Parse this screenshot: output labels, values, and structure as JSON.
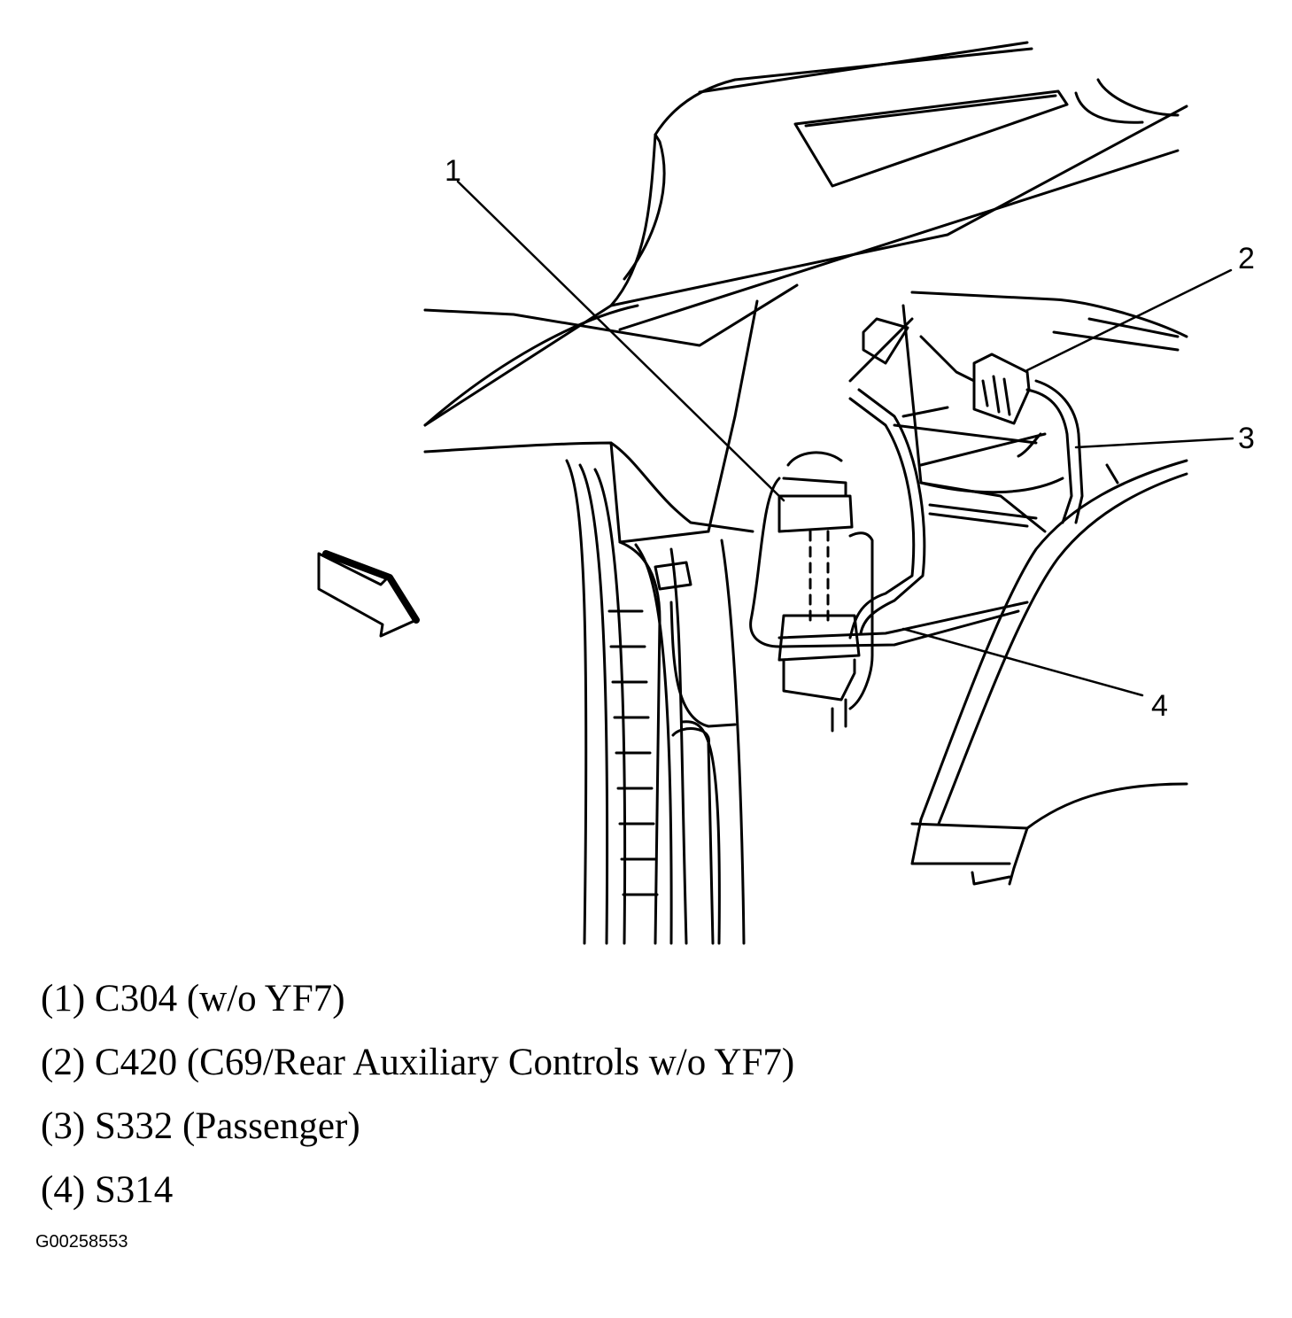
{
  "callouts": [
    "1",
    "2",
    "3",
    "4"
  ],
  "legend": [
    "(1) C304 (w/o YF7)",
    "(2) C420 (C69/Rear Auxiliary Controls w/o YF7)",
    "(3) S332 (Passenger)",
    "(4) S314"
  ],
  "figure_id": "G00258553"
}
